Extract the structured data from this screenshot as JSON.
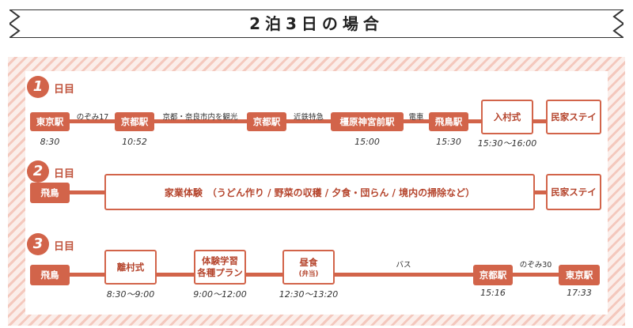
{
  "banner": {
    "title": "2泊3日の場合"
  },
  "colors": {
    "accent": "#d2644a",
    "stripe": "#f4c8bd",
    "panel_bg": "#fbeeea"
  },
  "days": [
    {
      "number": "1",
      "suffix": "日目",
      "stops": [
        {
          "label": "東京駅",
          "style": "filled",
          "time": "8:30"
        },
        {
          "label": "京都駅",
          "style": "filled",
          "time": "10:52"
        },
        {
          "label": "京都駅",
          "style": "filled",
          "time": ""
        },
        {
          "label": "橿原神宮前駅",
          "style": "filled",
          "time": "15:00"
        },
        {
          "label": "飛鳥駅",
          "style": "filled",
          "time": "15:30"
        },
        {
          "label": "入村式",
          "style": "outline",
          "time": "15:30～16:00"
        },
        {
          "label": "民家ステイ",
          "style": "outline",
          "time": ""
        }
      ],
      "segments": [
        "のぞみ17",
        "京都・奈良市内を観光",
        "近鉄特急",
        "電車"
      ]
    },
    {
      "number": "2",
      "suffix": "日目",
      "stops": [
        {
          "label": "飛鳥",
          "style": "filled",
          "time": ""
        },
        {
          "label": "家業体験　（うどん作り / 野菜の収穫 / 夕食・団らん / 境内の掃除など）",
          "style": "outline",
          "time": ""
        },
        {
          "label": "民家ステイ",
          "style": "outline",
          "time": ""
        }
      ]
    },
    {
      "number": "3",
      "suffix": "日目",
      "stops": [
        {
          "label": "飛鳥",
          "style": "filled",
          "time": ""
        },
        {
          "label": "離村式",
          "style": "outline",
          "time": "8:30～9:00"
        },
        {
          "label": "体験学習\n各種プラン",
          "style": "outline",
          "time": "9:00～12:00"
        },
        {
          "label": "昼食",
          "sub": "(弁当)",
          "style": "outline",
          "time": "12:30～13:20"
        },
        {
          "label": "京都駅",
          "style": "filled",
          "time": "15:16"
        },
        {
          "label": "東京駅",
          "style": "filled",
          "time": "17:33"
        }
      ],
      "segments": [
        "",
        "",
        "",
        "バス",
        "のぞみ30"
      ]
    }
  ]
}
